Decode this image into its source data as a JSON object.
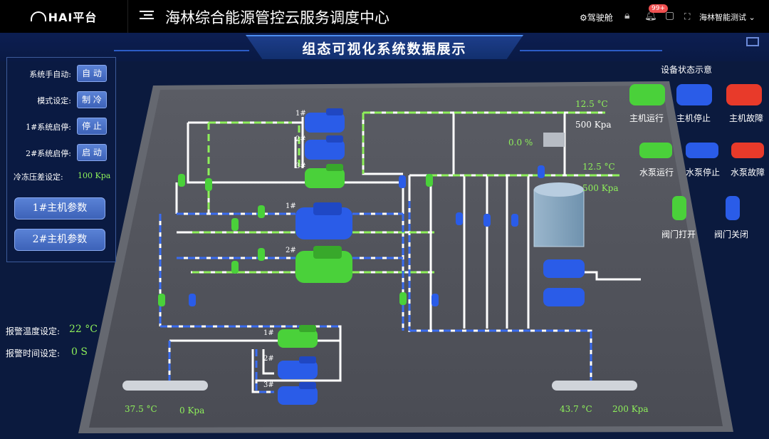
{
  "app": {
    "logo_text": "HAI平台",
    "title": "海林综合能源管控云服务调度中心",
    "cockpit_label": "驾驶舱",
    "notification_count": "99+",
    "user_name": "海林智能测试"
  },
  "banner": {
    "title": "组态可视化系统数据展示"
  },
  "controls": {
    "manual_auto": {
      "label": "系统手自动:",
      "value": "自 动"
    },
    "mode": {
      "label": "模式设定:",
      "value": "制 冷"
    },
    "sys1": {
      "label": "1#系统启停:",
      "value": "停 止"
    },
    "sys2": {
      "label": "2#系统启停:",
      "value": "启 动"
    },
    "pressure_diff": {
      "label": "冷冻压差设定:",
      "value": "100 Kpa"
    },
    "host1_button": "1#主机参数",
    "host2_button": "2#主机参数"
  },
  "alarms": {
    "temp": {
      "label": "报警温度设定:",
      "value": "22 °C"
    },
    "time": {
      "label": "报警时间设定:",
      "value": "0  S"
    }
  },
  "readings": {
    "top_temp": "12.5 °C",
    "top_pressure": "500 Kpa",
    "valve_percent": "0.0  %",
    "mid_temp": "12.5 °C",
    "mid_pressure": "500 Kpa",
    "left_temp": "37.5 °C",
    "left_pressure": "0  Kpa",
    "right_temp": "43.7 °C",
    "right_pressure": "200 Kpa"
  },
  "unit_labels": {
    "pump_top_1": "1#",
    "pump_top_2": "2#",
    "pump_top_3": "3#",
    "chiller_1": "1#",
    "chiller_2": "2#",
    "pump_bot_1": "1#",
    "pump_bot_2": "2#",
    "pump_bot_3": "3#"
  },
  "legend": {
    "title": "设备状态示意",
    "items": [
      {
        "label": "主机运行",
        "color": "#4ad13a",
        "kind": "chiller"
      },
      {
        "label": "主机停止",
        "color": "#2a5ce8",
        "kind": "chiller"
      },
      {
        "label": "主机故障",
        "color": "#e83a2a",
        "kind": "chiller"
      },
      {
        "label": "水泵运行",
        "color": "#4ad13a",
        "kind": "pump"
      },
      {
        "label": "水泵停止",
        "color": "#2a5ce8",
        "kind": "pump"
      },
      {
        "label": "水泵故障",
        "color": "#e83a2a",
        "kind": "pump"
      },
      {
        "label": "阀门打开",
        "color": "#4ad13a",
        "kind": "valve"
      },
      {
        "label": "阀门关闭",
        "color": "#2a5ce8",
        "kind": "valve"
      }
    ]
  },
  "colors": {
    "running": "#4ad13a",
    "stopped": "#2a5ce8",
    "fault": "#e83a2a",
    "accent": "#8ef05a",
    "pipe": "#ffffff"
  }
}
